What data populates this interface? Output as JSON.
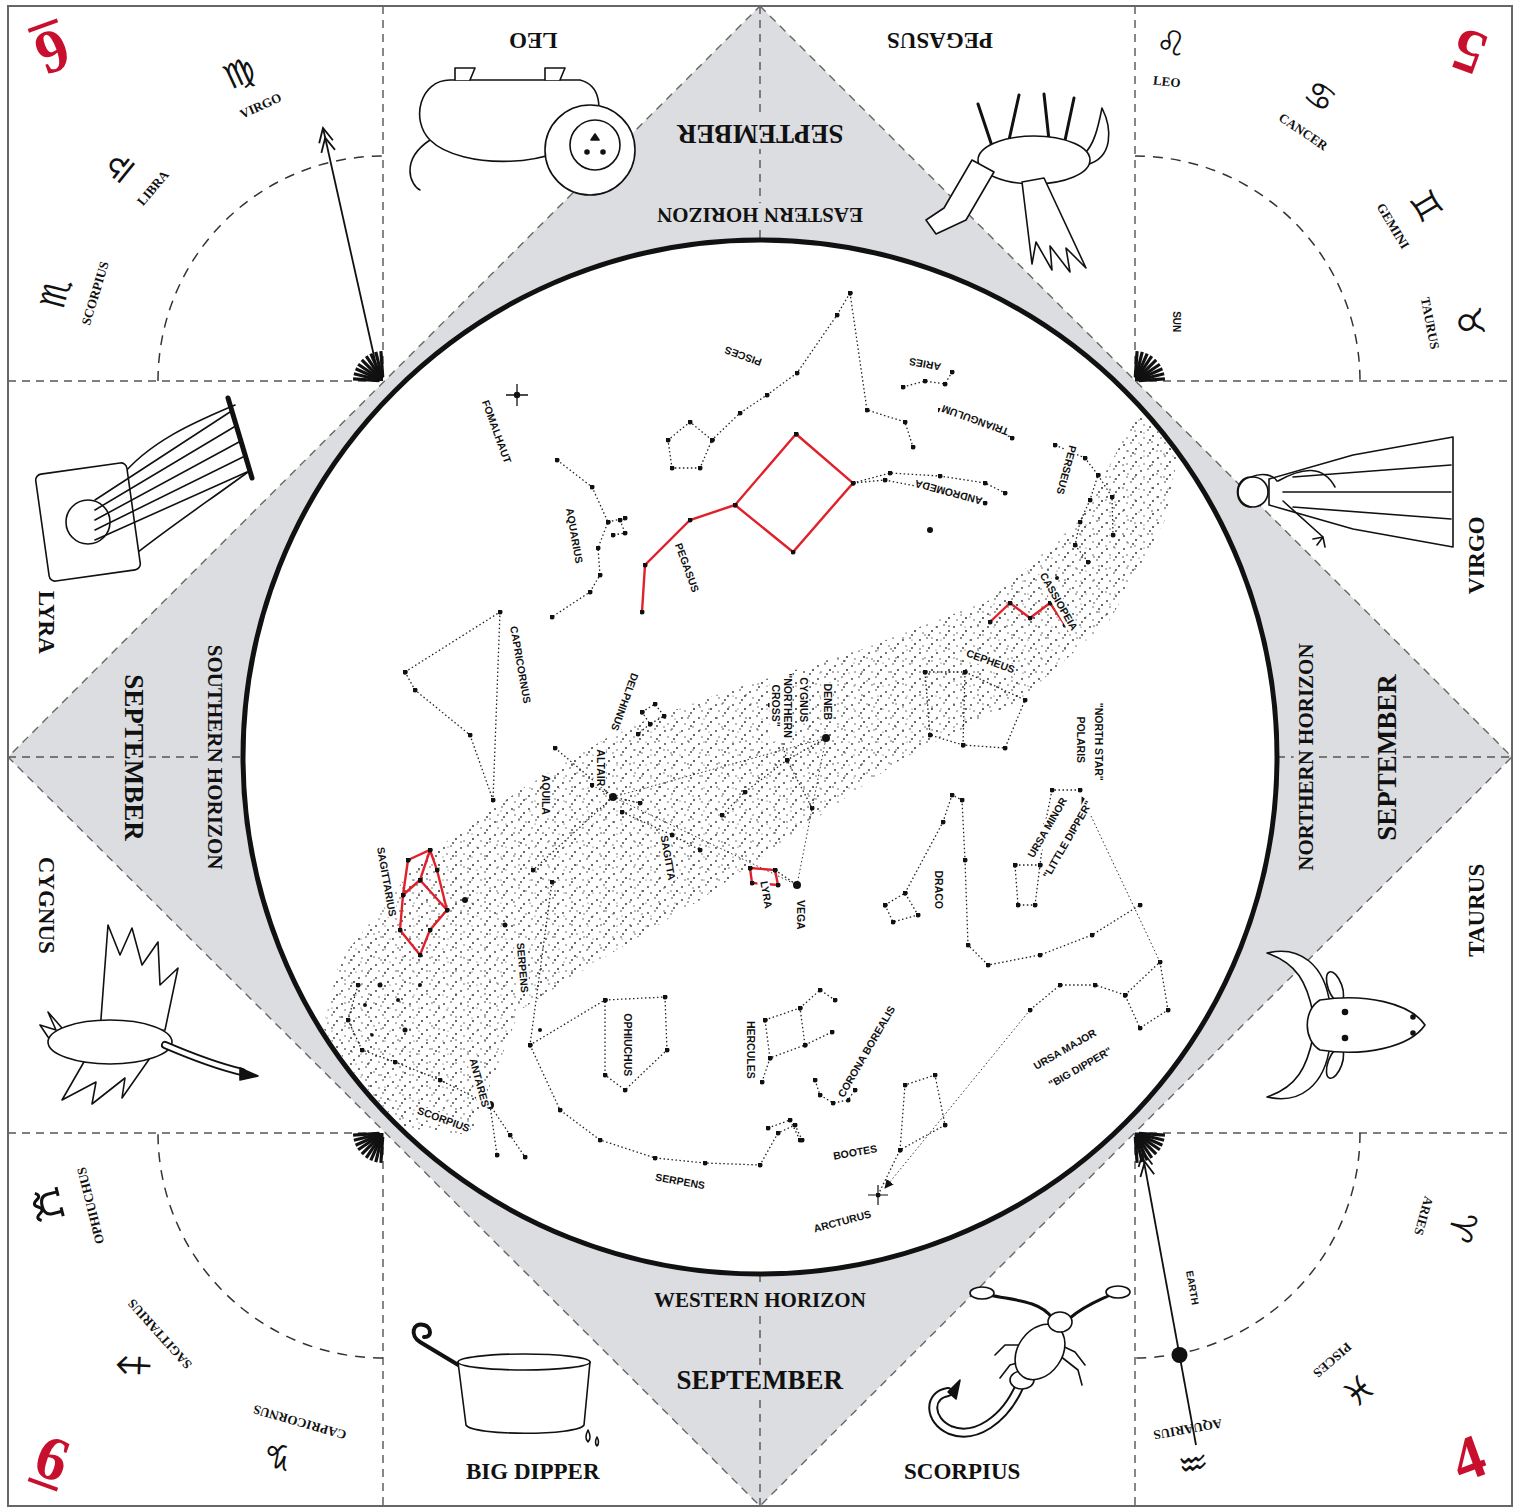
{
  "diagram": {
    "nodes": [
      {
        "text": [
          "6",
          "♍",
          "VIRGO",
          "♎",
          "LIBRA",
          "♏",
          "SCORPIUS"
        ]
      },
      {
        "text": [
          "LEO"
        ]
      },
      {
        "text": [
          "PEGASUS"
        ]
      },
      {
        "text": [
          "5",
          "♌",
          "LEO",
          "♋",
          "CANCER",
          "♊",
          "GEMINI",
          "♉",
          "TAURUS",
          "SUN"
        ]
      },
      {
        "text": [
          "EASTERN HORIZON",
          "SEPTEMBER"
        ]
      },
      {
        "text": [
          "LYRA"
        ]
      },
      {
        "text": [
          "SOUTHERN HORIZON",
          "SEPTEMBER"
        ]
      },
      {
        "text": [
          "PISCES",
          "ARIES",
          "TRIANGULUM",
          "FOMALHAUT",
          "ANDROMEDA",
          "PERSEUS",
          "AQUARIUS",
          "PEGASUS",
          "CASSIOPEIA",
          "CAPRICORNUS",
          "CEPHEUS",
          "DELPHINUS",
          "CYGNUS",
          "\"NORTHERN CROSS\"",
          "DENEB",
          "POLARIS",
          "\"NORTH STAR\"",
          "ALTAIR",
          "AQUILA",
          "URSA MINOR",
          "\"LITTLE DIPPER\"",
          "SAGITTA",
          "LYRA",
          "VEGA",
          "DRACO",
          "SAGITTARIUS",
          "SERPENS",
          "OPHIUCHUS",
          "HERCULES",
          "URSA MAJOR",
          "\"BIG DIPPER\"",
          "CORONA BOREALIS",
          "ANTARES",
          "SCORPIUS",
          "BOOTES",
          "SERPENS",
          "ARCTURUS"
        ]
      },
      {
        "text": [
          "NORTHERN HORIZON",
          "SEPTEMBER"
        ]
      },
      {
        "text": [
          "VIRGO"
        ]
      },
      {
        "text": [
          "CYGNUS"
        ]
      },
      {
        "text": [
          "TAURUS"
        ]
      },
      {
        "text": [
          "6",
          "OPHIUCHUS",
          "♐",
          "SAGITTARIUS",
          "♑",
          "CAPRICORNUS"
        ]
      },
      {
        "text": [
          "WESTERN HORIZON",
          "SEPTEMBER"
        ]
      },
      {
        "text": [
          "BIG DIPPER"
        ]
      },
      {
        "text": [
          "SCORPIUS"
        ]
      },
      {
        "text": [
          "4",
          "♈",
          "ARIES",
          "♓",
          "PISCES",
          "♒",
          "AQUARIUS",
          "EARTH"
        ]
      }
    ]
  }
}
